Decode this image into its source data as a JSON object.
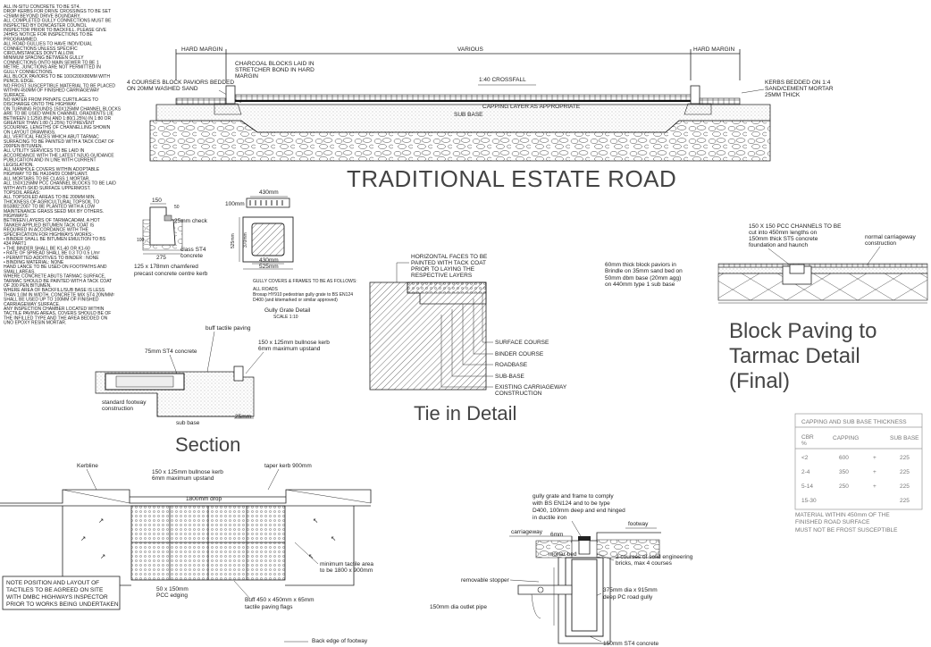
{
  "notes": [
    "ALL IN-SITU CONCRETE TO BE ST4.",
    "DROP KERBS FOR DRIVE CROSSINGS TO BE SET",
    "<25MM BEYOND DRIVE BOUNDARY.",
    "ALL COMPLETED GULLY CONNECTIONS MUST BE",
    "INSPECTED BY DONCASTER COUNCIL",
    "INSPECTOR PRIOR TO BACKFILL. PLEASE GIVE",
    "24HRS NOTICE FOR INSPECTIONS TO BE",
    "PROGRAMMED.",
    "ALL ROAD GULLIES TO HAVE INDIVIDUAL",
    "CONNECTIONS UNLESS SPECIFIC",
    "CIRCUMSTANCES DON'T ALLOW.",
    "MINIMUM SPACING BETWEEN GULLY",
    "CONNECTIONS ONTO MAIN SEWER TO BE 1",
    "METRE. JUNCTIONS ARE NOT PERMITTED IN",
    "GULLY CONNECTIONS.",
    "ALL BLOCK PAVIORS TO BE 100X200X80MM WITH",
    "PENCIL EDGE.",
    "NO FROST SUSCEPTIBLE MATERIAL TO BE PLACED",
    "WITHIN 450MM OF FINISHED CARRIAGEWAY",
    "SURFACE.",
    "NO WATER FROM PRIVATE CURTILAGES TO",
    "DISCHARGE ONTO THE HIGHWAY.",
    "ON TURNING ROUNDS 150X125MM CHANNEL BLOCKS",
    "ARE TO BE USED WHEN CHANNEL GRADIENTS LIE",
    "BETWEEN 1:125(0.8%) AND 1:80(1.25%) IN 1:80 OR",
    "GREATER THAN 1:80 (1.25%) TO PREVENT",
    "SCOURING. LENGTHS OF CHANNELLING SHOWN",
    "ON LAYOUT DRAWINGS.",
    "ALL VERTICAL FACES WHICH ABUT TARMAC",
    "SURFACING TO BE PAINTED WITH A TACK COAT OF",
    "200PEN BITUMEN.",
    "ALL UTILITY SERVICES TO BE LAID IN",
    "ACCORDANCE WITH THE LATEST NJUG GUIDANCE",
    "PUBLICATION AND IN LINE WITH CURRENT",
    "LEGISLATION.",
    "ALL MANHOLE COVERS WITHIN ADOPTABLE",
    "HIGHWAY TO BE HA104/09 COMPLIANT.",
    "ALL MORTARS TO BE CLASS 1 MORTAR.",
    "ALL 150X125MM PCC CHANNEL BLOCKS TO BE LAID",
    "WITH ANTI-SKID SURFACE UPPERMOST.",
    "TOPSOIL AREAS:",
    "ALL TOPSOILED AREAS TO BE 200MM MIN.",
    "THICKNESS OF AGRICULTURAL TOPSOIL TO",
    "BS3882:2007 TO BE PLANTED WITH A LOW",
    "MAINTENANCE GRASS SEED MIX BY OTHERS.",
    "HIGHWAYS:",
    "BETWEEN LAYERS OF TARMACADAM, A HOT",
    "TANKER APPLIED BITUMEN TACK COAT IS",
    "REQUIRED IN ACCORDANCE WITH THE",
    "SPECIFICATION FOR HIGHWAYS WORKS:-",
    "  •  BINDER SHALL BE BITUMEN EMULTION TO BS",
    "     434 PART1",
    "  •  THE BINDER SHALL BE K1-40 OR K1-60",
    "  •  RATE OF SPREAD SHALL BE 0.3 TO 0.5 L/m²",
    "  •  PERMITTED ADDITIVES TO BINDER : NONE",
    "  •  BINDING MATERIAL: NONE",
    "HAND LANCE TO BE USED ON FOOTPATHS AND",
    "SMALL AREAS.",
    "WHERE CONCRETE ABUTS TARMAC SURFACE,",
    "TARMAC SHOULD BE PAINTED WITH A TACK COAT",
    "OF 200 PEN BITUMEN.",
    "WHERE AREA OF BACKFILL/SUB BASE IS LESS",
    "THAN 1.0M IN WIDTH, CONCRETE MIX ST4 20N/MM²",
    "SHALL BE USED UP TO 100MM OF FINISHED",
    "CARRIAGEWAY SURFACE.",
    "ANY INSPECTION CHAMBER LOCATED WITHIN",
    "TACTILE PAVING AREAS, COVERS SHOULD BE OF",
    "THE INFILLED TYPE AND THE AREA BEDDED ON",
    "UNO EPOXY RESIN MORTAR."
  ],
  "estate_road": {
    "title": "TRADITIONAL ESTATE ROAD",
    "hard_margin_left": "HARD MARGIN",
    "various": "VARIOUS",
    "hard_margin_right": "HARD MARGIN",
    "charcoal_1": "CHARCOAL BLOCKS LAID IN",
    "charcoal_2": "STRETCHER BOND IN HARD",
    "charcoal_3": "MARGIN",
    "pavior_1": "4 COURSES BLOCK PAVIORS BEDDED",
    "pavior_2": "ON 20MM WASHED SAND",
    "crossfall": "1:40 CROSSFALL",
    "kerbs_1": "KERBS BEDDED ON 1:4",
    "kerbs_2": "SAND/CEMENT MORTAR",
    "kerbs_3": "25MM THICK",
    "capping": "CAPPING LAYER AS APPROPRIATE",
    "sub_base": "SUB BASE"
  },
  "kerb_detail": {
    "dim_150": "150",
    "dim_50": "50",
    "dim_100": "100",
    "check": "25mm check",
    "dim_275": "275",
    "class": "class ST4",
    "concrete": "concrete",
    "caption_1": "125 x 178mm chamfered",
    "caption_2": "precast concrete centre kerb"
  },
  "gully_grate": {
    "dim_430_top": "430mm",
    "dim_100": "100mm",
    "dim_525_side": "525mm",
    "dim_370": "370mm",
    "dim_430_bottom": "430mm",
    "dim_525_bottom": "525mm",
    "note_1": "GULLY COVERS & FRAMES TO BE AS FOLLOWS:",
    "note_2": "ALL ROADS",
    "note_3": "Broxap HY910 pedestrian gully grate to BS EN124",
    "note_4": "D400 (and kitemarked or similar approved)",
    "title": "Gully Grate Detail",
    "scale": "SCALE 1:10"
  },
  "tie_in": {
    "horiz_1": "HORIZONTAL FACES TO BE",
    "horiz_2": "PAINTED WITH TACK COAT",
    "horiz_3": "PRIOR TO LAYING THE",
    "horiz_4": "RESPECTIVE LAYERS",
    "surface": "SURFACE COURSE",
    "binder": "BINDER COURSE",
    "roadbase": "ROADBASE",
    "sub_base": "SUB-BASE",
    "existing_1": "EXISTING CARRIAGEWAY",
    "existing_2": "CONSTRUCTION",
    "title": "Tie in Detail"
  },
  "block_spec": {
    "l1": "60mm thick block paviors in",
    "l2": "Brindle on 35mm sand bed on",
    "l3": "50mm dbm base (20mm agg)",
    "l4": "on 440mm type 1 sub base"
  },
  "block_paving": {
    "channel_1": "150 X 150 PCC CHANNELS TO BE",
    "channel_2": "cut into 450mm lengths on",
    "channel_3": "150mm thick ST5 concrete",
    "channel_4": "foundation and haunch",
    "normal_1": "normal carriageway",
    "normal_2": "construction",
    "title_1": "Block Paving to",
    "title_2": "Tarmac Detail",
    "title_3": "(Final)"
  },
  "section": {
    "buff": "buff tactile paving",
    "st4": "75mm ST4 concrete",
    "bullnose_1": "150 x 125mm bullnose kerb",
    "bullnose_2": "6mm maximum upstand",
    "std_1": "standard footway",
    "std_2": "construction",
    "sub_base": "sub base",
    "dim_25": "25mm",
    "title": "Section"
  },
  "capping_table": {
    "title": "CAPPING AND SUB BASE THICKNESS",
    "col_cbr": "CBR",
    "col_pct": "%",
    "col_capping": "CAPPING",
    "col_subbase": "SUB BASE",
    "rows": [
      {
        "cbr": "<2",
        "capping": "600",
        "plus": "+",
        "subbase": "225"
      },
      {
        "cbr": "2-4",
        "capping": "350",
        "plus": "+",
        "subbase": "225"
      },
      {
        "cbr": "5-14",
        "capping": "250",
        "plus": "+",
        "subbase": "225"
      },
      {
        "cbr": "15-30",
        "capping": "",
        "plus": "",
        "subbase": "225"
      }
    ],
    "note_1": "MATERIAL WITHIN 450mm OF THE",
    "note_2": "FINISHED ROAD SURFACE",
    "note_3": "MUST NOT BE FROST SUSCEPTIBLE"
  },
  "tactile_plan": {
    "kerbline": "Kerbline",
    "bullnose_1": "150 x 125mm bullnose kerb",
    "bullnose_2": "6mm maximum upstand",
    "taper": "taper kerb 900mm",
    "drop": "1800mm drop",
    "min_1": "minimum tactile area",
    "min_2": "to be 1800 x 900mm",
    "edging_1": "50 x 150mm",
    "edging_2": "PCC edging",
    "flags_1": "Buff 450 x 450mm x 65mm",
    "flags_2": "tactile paving flags",
    "back_edge": "Back edge of footway",
    "note_1": "NOTE POSITION AND LAYOUT OF",
    "note_2": "TACTILES TO BE AGREED ON SITE",
    "note_3": "WITH DMBC HIGHWAYS INSPECTOR",
    "note_4": "PRIOR TO WORKS BEING UNDERTAKEN"
  },
  "gully_section": {
    "grate_1": "gully grate and frame to comply",
    "grate_2": "with BS EN124 and to be type",
    "grate_3": "D400, 100mm deep and end hinged",
    "grate_4": "in ductile iron",
    "footway": "footway",
    "carriageway": "carriageway",
    "dim_6": "6mm",
    "mortar": "mortar bed",
    "courses_1": "2 courses of solid engineering",
    "courses_2": "bricks, max 4 courses",
    "stopper": "removable stopper",
    "pc_1": "375mm dia x 915mm",
    "pc_2": "deep PC road gully",
    "outlet": "150mm dia outlet pipe",
    "st4": "150mm ST4 concrete"
  }
}
